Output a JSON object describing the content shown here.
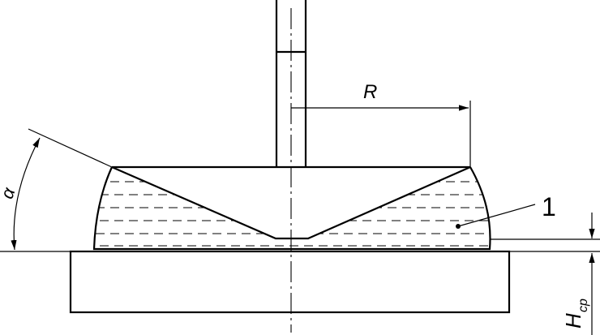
{
  "labels": {
    "radius": "R",
    "angle": "α",
    "part_number": "1",
    "height_main": "H",
    "height_sub": "ср"
  },
  "colors": {
    "ink": "#000000",
    "background": "#ffffff"
  }
}
